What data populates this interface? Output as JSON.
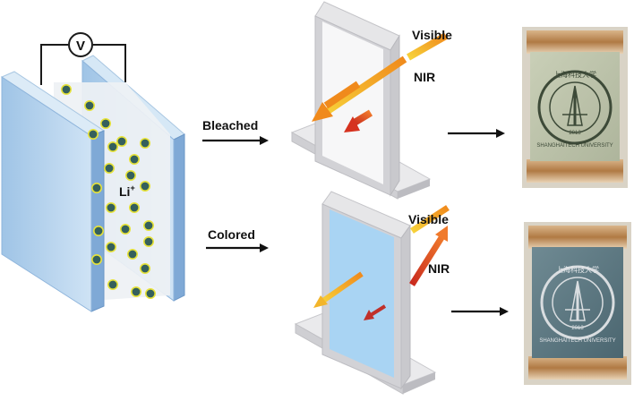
{
  "cell": {
    "voltmeter_symbol": "V",
    "ion_label": "Li",
    "ion_charge": "+"
  },
  "states": [
    {
      "label": "Bleached",
      "visible_label": "Visible",
      "nir_label": "NIR"
    },
    {
      "label": "Colored",
      "visible_label": "Visible",
      "nir_label": "NIR"
    }
  ],
  "photo": {
    "seal_text_top": "上海科技大学",
    "seal_text_bottom": "SHANGHAITECH UNIVERSITY",
    "seal_year": "2013"
  },
  "colors": {
    "glass": "#b9d6ee",
    "ion": "#35605c",
    "ion_ring": "#e7e33a",
    "visible_arrow": "#f3a21f",
    "nir_arrow": "#e5512b",
    "colored_window": "#a9d4f3",
    "stand": "#d9d9dd"
  }
}
